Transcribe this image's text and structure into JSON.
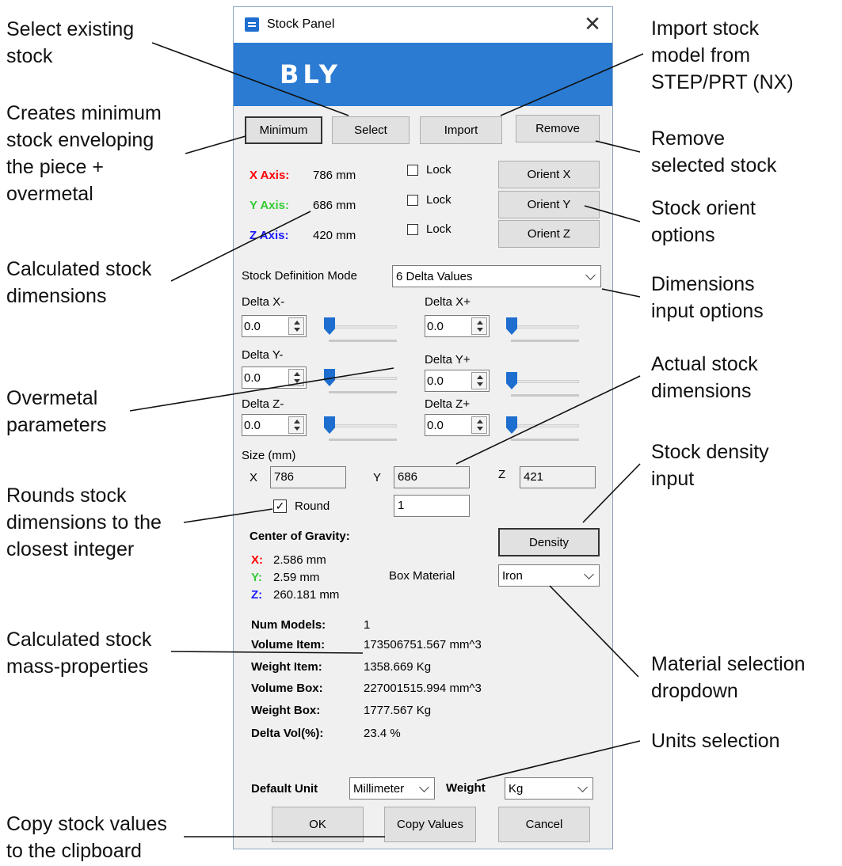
{
  "window": {
    "title": "Stock Panel",
    "logo": "BLY",
    "close_glyph": "✕",
    "accent": "#2b7bd3"
  },
  "toolbar": {
    "minimum": "Minimum",
    "select": "Select",
    "import": "Import",
    "remove": "Remove"
  },
  "axes": {
    "x": {
      "label": "X Axis:",
      "value": "786 mm",
      "color": "#ff0000",
      "lock": "Lock",
      "orient": "Orient X"
    },
    "y": {
      "label": "Y Axis:",
      "value": "686 mm",
      "color": "#00c000",
      "lock": "Lock",
      "orient": "Orient Y"
    },
    "z": {
      "label": "Z Axis:",
      "value": "420 mm",
      "color": "#0000ff",
      "lock": "Lock",
      "orient": "Orient Z"
    }
  },
  "mode": {
    "label": "Stock Definition Mode",
    "value": "6 Delta Values"
  },
  "deltas": {
    "xm": {
      "label": "Delta X-",
      "value": "0.0"
    },
    "xp": {
      "label": "Delta X+",
      "value": "0.0"
    },
    "ym": {
      "label": "Delta Y-",
      "value": "0.0"
    },
    "yp": {
      "label": "Delta Y+",
      "value": "0.0"
    },
    "zm": {
      "label": "Delta Z-",
      "value": "0.0"
    },
    "zp": {
      "label": "Delta Z+",
      "value": "0.0"
    }
  },
  "size": {
    "label": "Size (mm)",
    "x_label": "X",
    "x": "786",
    "y_label": "Y",
    "y": "686",
    "z_label": "Z",
    "z": "421",
    "round_label": "Round",
    "round_check": "✓",
    "round_value": "1"
  },
  "cog": {
    "title": "Center of Gravity:",
    "x_label": "X:",
    "x": "2.586 mm",
    "y_label": "Y:",
    "y": "2.59 mm",
    "z_label": "Z:",
    "z": "260.181 mm"
  },
  "density_button": "Density",
  "material": {
    "label": "Box Material",
    "value": "Iron"
  },
  "stats": {
    "num_models_label": "Num Models:",
    "num_models": "1",
    "volume_item_label": "Volume Item:",
    "volume_item": "173506751.567 mm^3",
    "weight_item_label": "Weight Item:",
    "weight_item": "1358.669 Kg",
    "volume_box_label": "Volume Box:",
    "volume_box": "227001515.994 mm^3",
    "weight_box_label": "Weight Box:",
    "weight_box": "1777.567 Kg",
    "delta_vol_label": "Delta Vol(%):",
    "delta_vol": "23.4 %"
  },
  "units": {
    "default_label": "Default Unit",
    "default_value": "Millimeter",
    "weight_label": "Weight",
    "weight_value": "Kg"
  },
  "footer": {
    "ok": "OK",
    "copy": "Copy Values",
    "cancel": "Cancel"
  },
  "annotations": {
    "select_existing": [
      "Select existing",
      "stock"
    ],
    "creates_minimum": [
      "Creates minimum",
      "stock enveloping",
      "the piece +",
      "overmetal"
    ],
    "calculated_dims": [
      "Calculated stock",
      "dimensions"
    ],
    "overmetal": [
      "Overmetal",
      "parameters"
    ],
    "rounds": [
      "Rounds stock",
      "dimensions to the",
      "closest integer"
    ],
    "mass_props": [
      "Calculated stock",
      "mass-properties"
    ],
    "copy_values": [
      "Copy stock values",
      "to the clipboard"
    ],
    "import_stock": [
      "Import stock",
      "model from",
      "STEP/PRT (NX)"
    ],
    "remove_selected": [
      "Remove",
      "selected stock"
    ],
    "orient_options": [
      "Stock orient",
      "options"
    ],
    "dims_input": [
      "Dimensions",
      "input options"
    ],
    "actual_dims": [
      "Actual stock",
      "dimensions"
    ],
    "density_input": [
      "Stock density",
      "input"
    ],
    "material_dropdown": [
      "Material selection",
      "dropdown"
    ],
    "units_selection": [
      "Units selection"
    ]
  },
  "slider_levels": {
    "xm": 0,
    "xp": 0,
    "ym": 0,
    "yp": 0,
    "zm": 0,
    "zp": 0
  }
}
